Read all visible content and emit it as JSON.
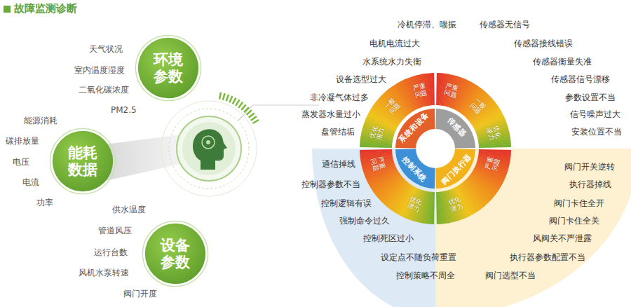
{
  "diagram": {
    "title": "故障监测诊断",
    "nodes": [
      {
        "text": [
          "环境参数"
        ]
      },
      {
        "text": [
          "能耗数据"
        ]
      },
      {
        "text": [
          "设备参数"
        ]
      },
      {
        "text": [
          "系统和设备"
        ]
      },
      {
        "text": [
          "传感器"
        ]
      },
      {
        "text": [
          "控制系统"
        ]
      },
      {
        "text": [
          "阀门执行器"
        ]
      }
    ],
    "labels": [
      "天气状况",
      "室内温度湿度",
      "二氧化碳浓度",
      "PM2.5",
      "能源消耗",
      "碳排放量",
      "电压",
      "电流",
      "功率",
      "供水温度",
      "管道风压",
      "运行台数",
      "风机水泵转速",
      "阀门开度",
      "严重问题",
      "一般问题",
      "优化潜力",
      "严重问题",
      "一般问题",
      "优化潜力",
      "严重问题",
      "优化潜力",
      "严重问题",
      "优化潜力",
      "冷机停滞、喘振",
      "电机电流过大",
      "水系统水力失衡",
      "设备选型过大",
      "非冷凝气体过多",
      "蒸发器水量过小",
      "盘管结垢",
      "传感器无信号",
      "传感器接线错误",
      "传感器衡量失准",
      "传感器信号漂移",
      "参数设置不当",
      "信号噪声过大",
      "安装位置不当",
      "通信掉线",
      "控制器参数不当",
      "控制逻辑有误",
      "强制命令过久",
      "控制死区过小",
      "设定点不随负荷重置",
      "控制策略不周全",
      "阀门开关逆转",
      "执行器掉线",
      "阀门卡住全开",
      "阀门卡住全关",
      "风阀关不严泄露",
      "执行器参数配置不当",
      "阀门选型不当"
    ]
  }
}
